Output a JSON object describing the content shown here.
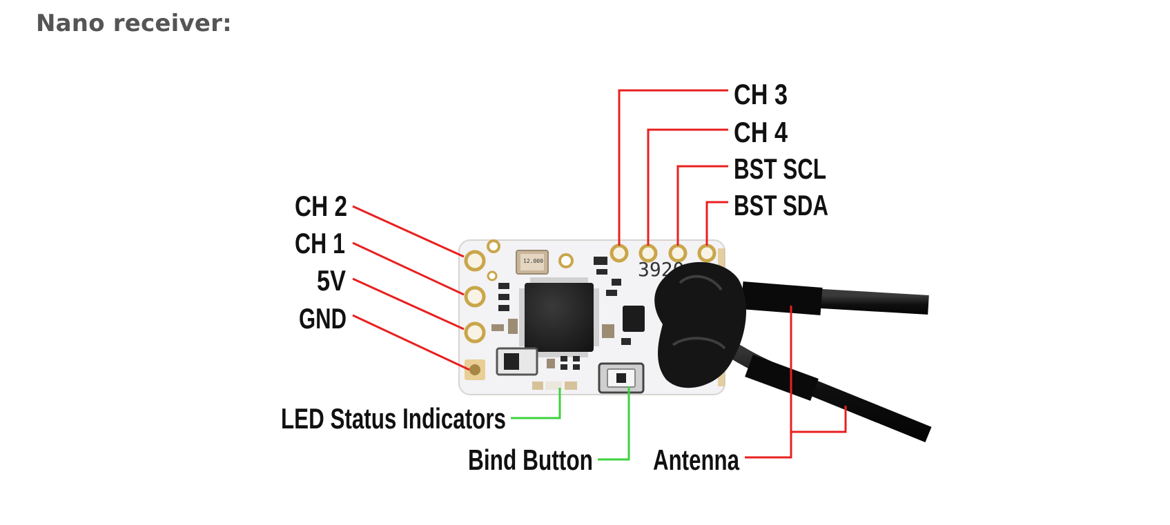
{
  "page": {
    "heading": "Nano receiver:"
  },
  "diagram": {
    "labels": {
      "ch3": "CH 3",
      "ch4": "CH 4",
      "bst_scl": "BST SCL",
      "bst_sda": "BST SDA",
      "ch2": "CH 2",
      "ch1": "CH 1",
      "v5": "5V",
      "gnd": "GND",
      "led": "LED Status Indicators",
      "bind": "Bind Button",
      "antenna": "Antenna"
    },
    "pcb_marking": "3920",
    "crystal_marking": "12.000",
    "colors": {
      "red_leader": "#e8201f",
      "green_leader": "#3cd23c",
      "pcb": "#f4f3f6",
      "pad": "#c9a64a",
      "cable": "#141414"
    }
  }
}
